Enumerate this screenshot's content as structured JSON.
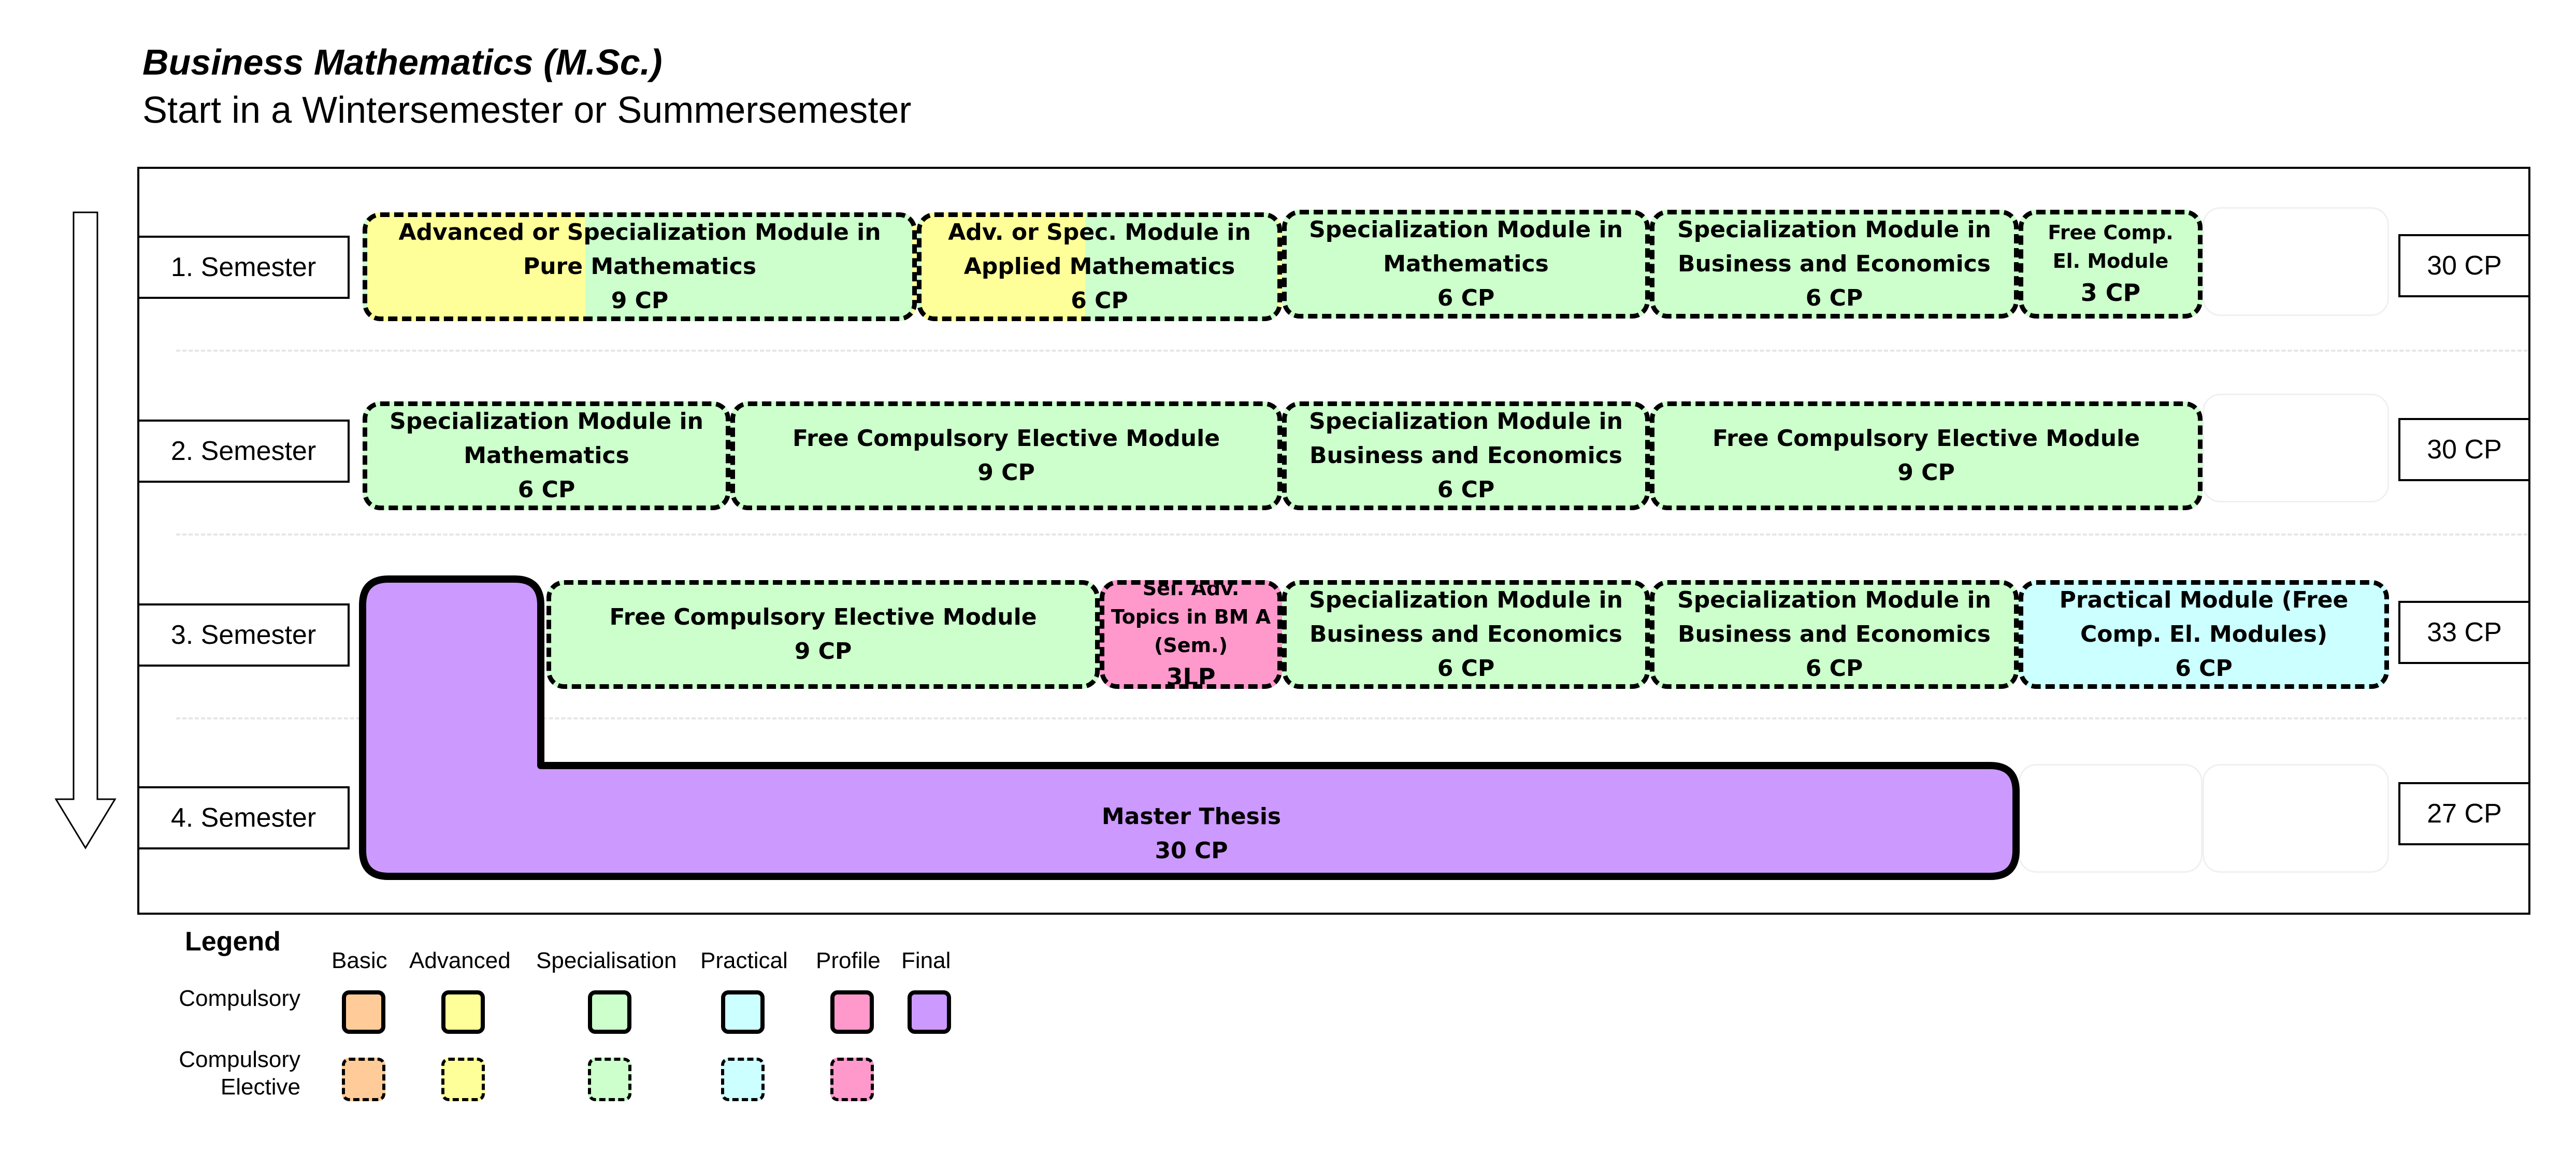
{
  "header": {
    "title": "Business Mathematics (M.Sc.)",
    "subtitle": "Start in a Wintersemester or Summersemester"
  },
  "semesters": [
    {
      "label": "1. Semester",
      "cp": "30 CP"
    },
    {
      "label": "2. Semester",
      "cp": "30 CP"
    },
    {
      "label": "3. Semester",
      "cp": "33 CP"
    },
    {
      "label": "4. Semester",
      "cp": "27 CP"
    }
  ],
  "modules": {
    "s1": [
      {
        "name": "Advanced or Specialization Module in Pure Mathematics",
        "credits": "9 CP",
        "category": "Advanced / Specialisation",
        "type": "Compulsory Elective"
      },
      {
        "name": "Adv. or Spec. Module in Applied Mathematics",
        "credits": "6 CP",
        "category": "Advanced / Specialisation",
        "type": "Compulsory Elective"
      },
      {
        "name": "Specialization Module in Mathematics",
        "credits": "6 CP",
        "category": "Specialisation",
        "type": "Compulsory Elective"
      },
      {
        "name": "Specialization Module in Business and Economics",
        "credits": "6 CP",
        "category": "Specialisation",
        "type": "Compulsory Elective"
      },
      {
        "name": "Free Comp. El. Module",
        "credits": "3 CP",
        "category": "Specialisation",
        "type": "Compulsory Elective"
      }
    ],
    "s2": [
      {
        "name": "Specialization Module in Mathematics",
        "credits": "6 CP",
        "category": "Specialisation",
        "type": "Compulsory Elective"
      },
      {
        "name": "Free Compulsory Elective Module",
        "credits": "9 CP",
        "category": "Specialisation",
        "type": "Compulsory Elective"
      },
      {
        "name": "Specialization Module in Business and Economics",
        "credits": "6 CP",
        "category": "Specialisation",
        "type": "Compulsory Elective"
      },
      {
        "name": "Free Compulsory Elective Module",
        "credits": "9 CP",
        "category": "Specialisation",
        "type": "Compulsory Elective"
      }
    ],
    "s3": [
      {
        "name": "Free Compulsory Elective Module",
        "credits": "9 CP",
        "category": "Specialisation",
        "type": "Compulsory Elective"
      },
      {
        "name": "Sel. Adv. Topics in BM A (Sem.)",
        "credits": "3LP",
        "category": "Profile",
        "type": "Compulsory Elective"
      },
      {
        "name": "Specialization Module in Business and Economics",
        "credits": "6 CP",
        "category": "Specialisation",
        "type": "Compulsory Elective"
      },
      {
        "name": "Specialization Module in Business and Economics",
        "credits": "6 CP",
        "category": "Specialisation",
        "type": "Compulsory Elective"
      },
      {
        "name": "Practical Module (Free Comp. El. Modules)",
        "credits": "6 CP",
        "category": "Practical",
        "type": "Compulsory Elective"
      }
    ],
    "thesis": {
      "name": "Master Thesis",
      "credits": "30 CP",
      "category": "Final",
      "type": "Compulsory"
    }
  },
  "legend": {
    "title": "Legend",
    "columns": [
      "Basic",
      "Advanced",
      "Specialisation",
      "Practical",
      "Profile",
      "Final"
    ],
    "rows": [
      "Compulsory",
      "Compulsory Elective"
    ]
  },
  "colors": {
    "basic": "#ffcc99",
    "advanced": "#ffff99",
    "specialisation": "#ccffcc",
    "practical": "#ccffff",
    "profile": "#ff99cc",
    "final": "#cc99ff"
  }
}
